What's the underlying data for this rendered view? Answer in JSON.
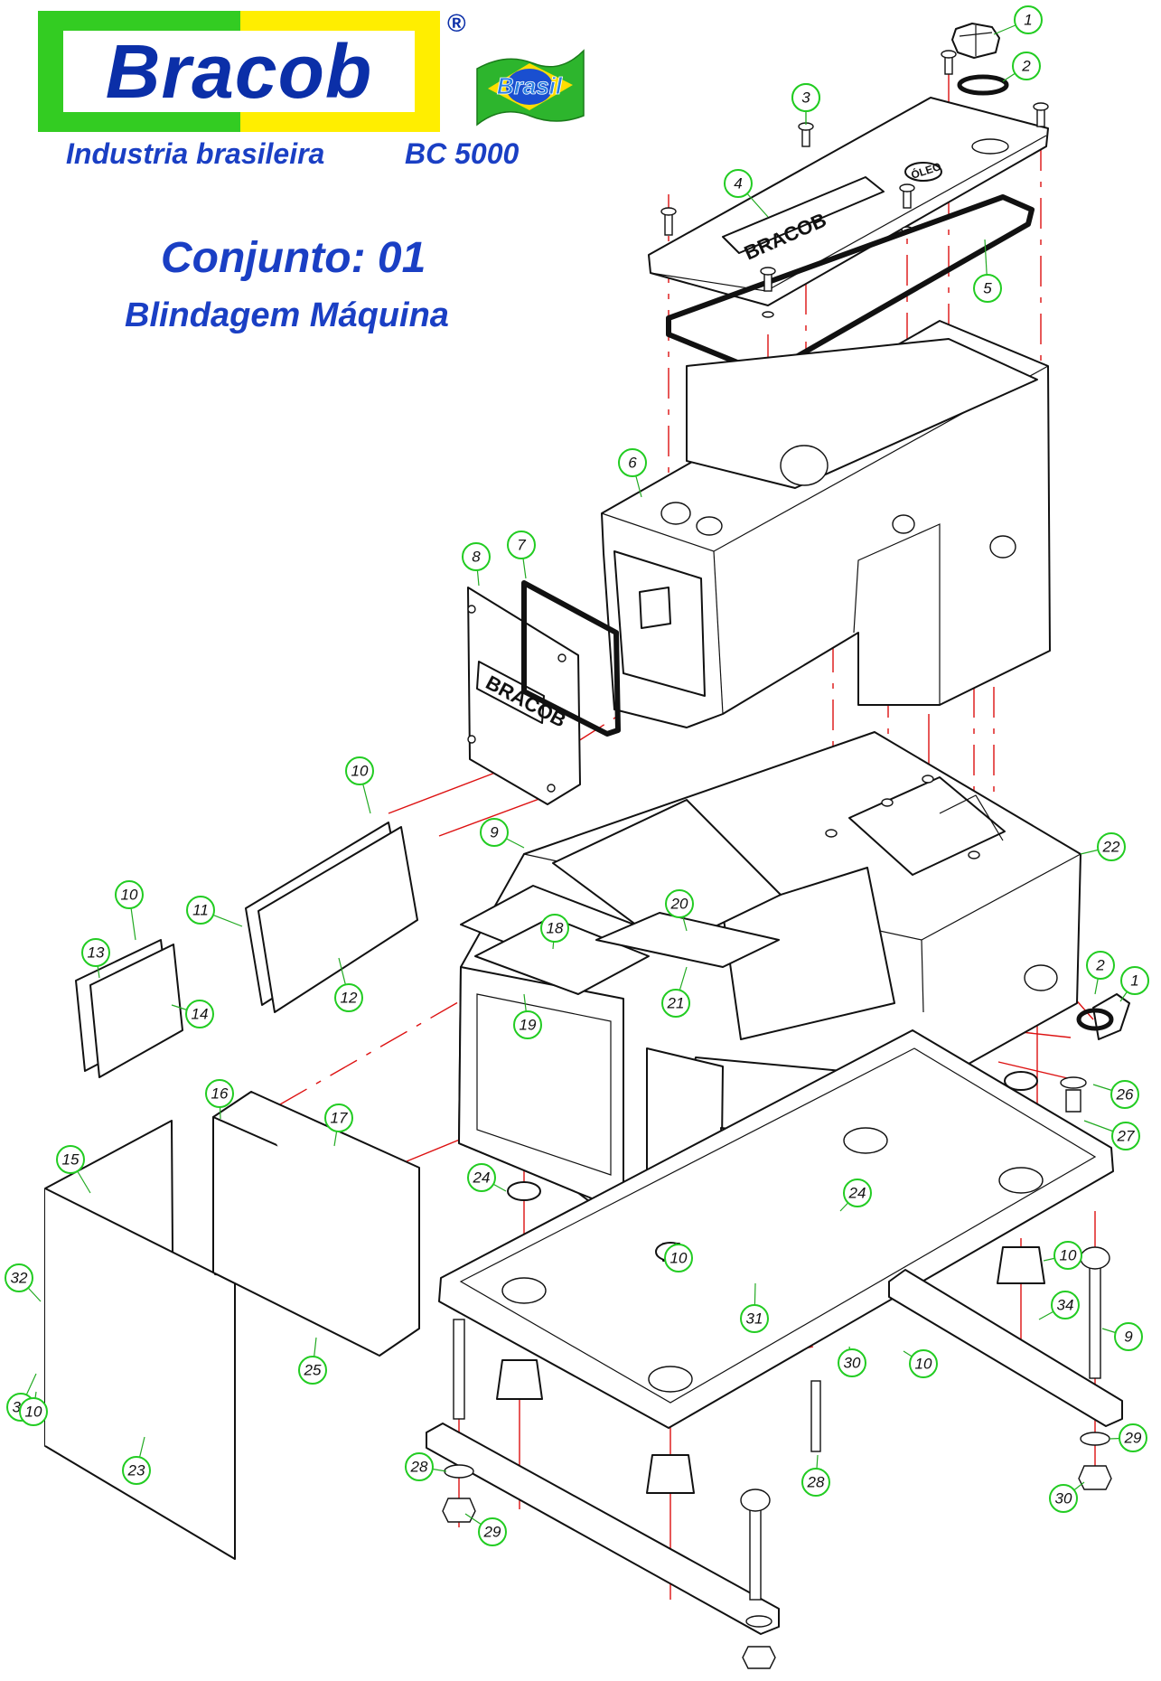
{
  "header": {
    "logo_text": "Bracob",
    "registered_mark": "®",
    "flag_text": "Brasil",
    "subtitle_left": "Industria brasileira",
    "subtitle_right": "BC 5000",
    "set_title": "Conjunto: 01",
    "set_name": "Blindagem Máquina"
  },
  "part_markings": {
    "top_cover_plate": "BRACOB",
    "oil_badge": "ÓLEO",
    "side_cover_plate": "BRACOB"
  },
  "callouts": [
    "1",
    "2",
    "3",
    "4",
    "5",
    "3",
    "6",
    "8",
    "7",
    "10",
    "9",
    "10",
    "11",
    "13",
    "14",
    "12",
    "18",
    "20",
    "22",
    "2",
    "1",
    "21",
    "19",
    "26",
    "27",
    "16",
    "17",
    "15",
    "24",
    "10",
    "24",
    "32",
    "10",
    "33",
    "34",
    "9",
    "25",
    "31",
    "30",
    "10",
    "10",
    "23",
    "28",
    "28",
    "29",
    "29",
    "30"
  ],
  "colors": {
    "brand_blue": "#0b2fa8",
    "title_blue": "#1a3fc4",
    "logo_green": "#33cc22",
    "logo_yellow": "#ffee00",
    "callout_green": "#22cc22",
    "center_line_red": "#dd1111"
  }
}
